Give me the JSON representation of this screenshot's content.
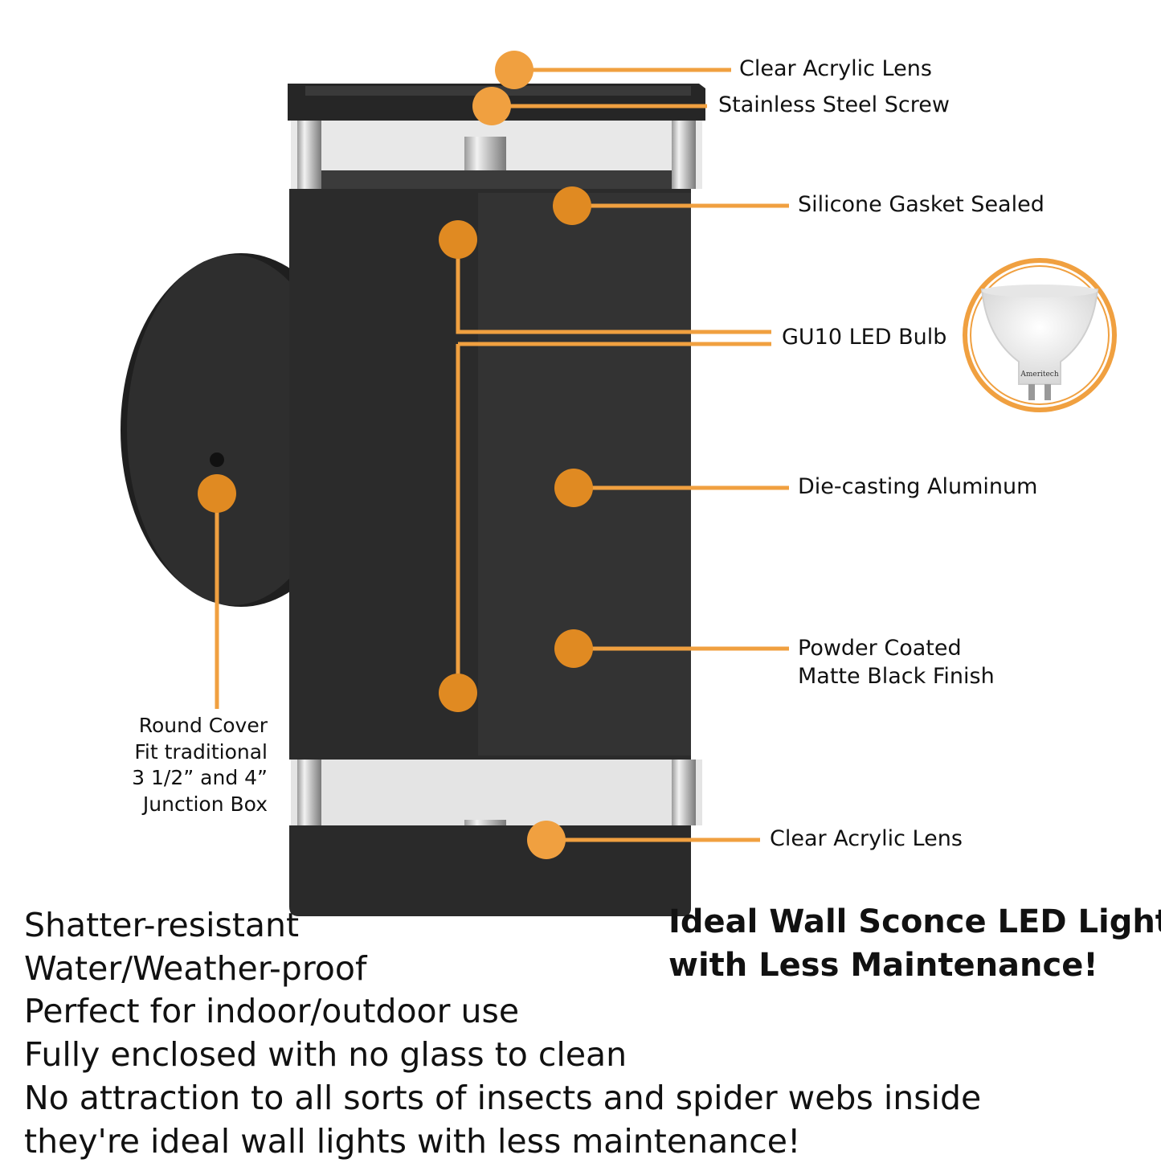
{
  "callouts": {
    "top_lens": "Clear Acrylic Lens",
    "screw": "Stainless Steel Screw",
    "gasket": "Silicone Gasket Sealed",
    "bulb": "GU10 LED Bulb",
    "aluminum": "Die-casting Aluminum",
    "finish_line1": "Powder Coated",
    "finish_line2": "Matte Black Finish",
    "bottom_lens": "Clear Acrylic Lens"
  },
  "cover_note": [
    "Round Cover",
    "Fit traditional",
    "3 1/2” and 4”",
    "Junction Box"
  ],
  "bulb_brand": "Ameritech",
  "features": [
    "Shatter-resistant",
    "Water/Weather-proof",
    "Perfect for indoor/outdoor use",
    "Fully enclosed with no glass to clean",
    "No attraction to all sorts of insects and spider webs inside",
    "they're ideal wall lights with less maintenance!"
  ],
  "headline": [
    "Ideal Wall Sconce LED Light",
    "with Less Maintenance!"
  ],
  "colors": {
    "accent": "#F0A040",
    "dot": "#E08A22",
    "fixture": "#2b2b2b",
    "text": "#111111"
  }
}
